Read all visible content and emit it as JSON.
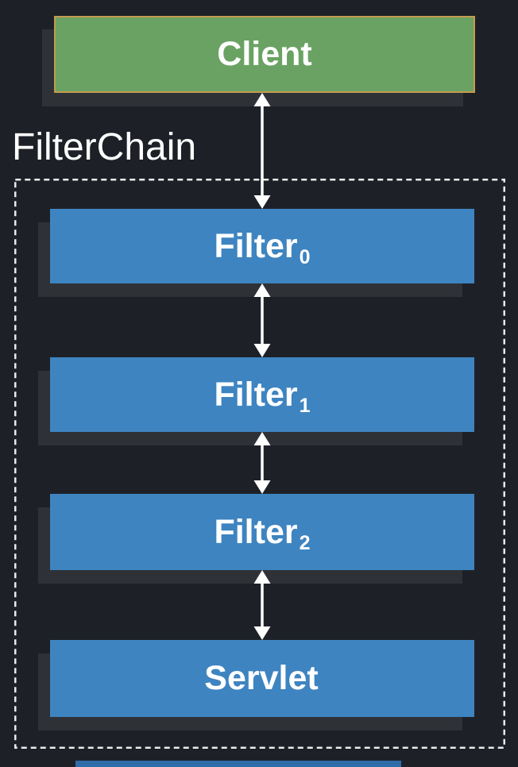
{
  "diagram": {
    "title_label": "FilterChain",
    "client": {
      "label": "Client"
    },
    "chain": [
      {
        "base": "Filter",
        "sub": "0"
      },
      {
        "base": "Filter",
        "sub": "1"
      },
      {
        "base": "Filter",
        "sub": "2"
      },
      {
        "base": "Servlet",
        "sub": ""
      }
    ],
    "arrows": {
      "style": "double-headed",
      "count": 4
    }
  },
  "colors": {
    "background": "#1d2127",
    "shadow": "#2e3237",
    "client_fill": "#6aa263",
    "client_border": "#c49a4f",
    "filter_fill": "#3e84c0",
    "label_text": "#ffffff",
    "chain_border": "#eaeaea",
    "arrow": "#ffffff",
    "partial_strip": "#2e6da8"
  }
}
